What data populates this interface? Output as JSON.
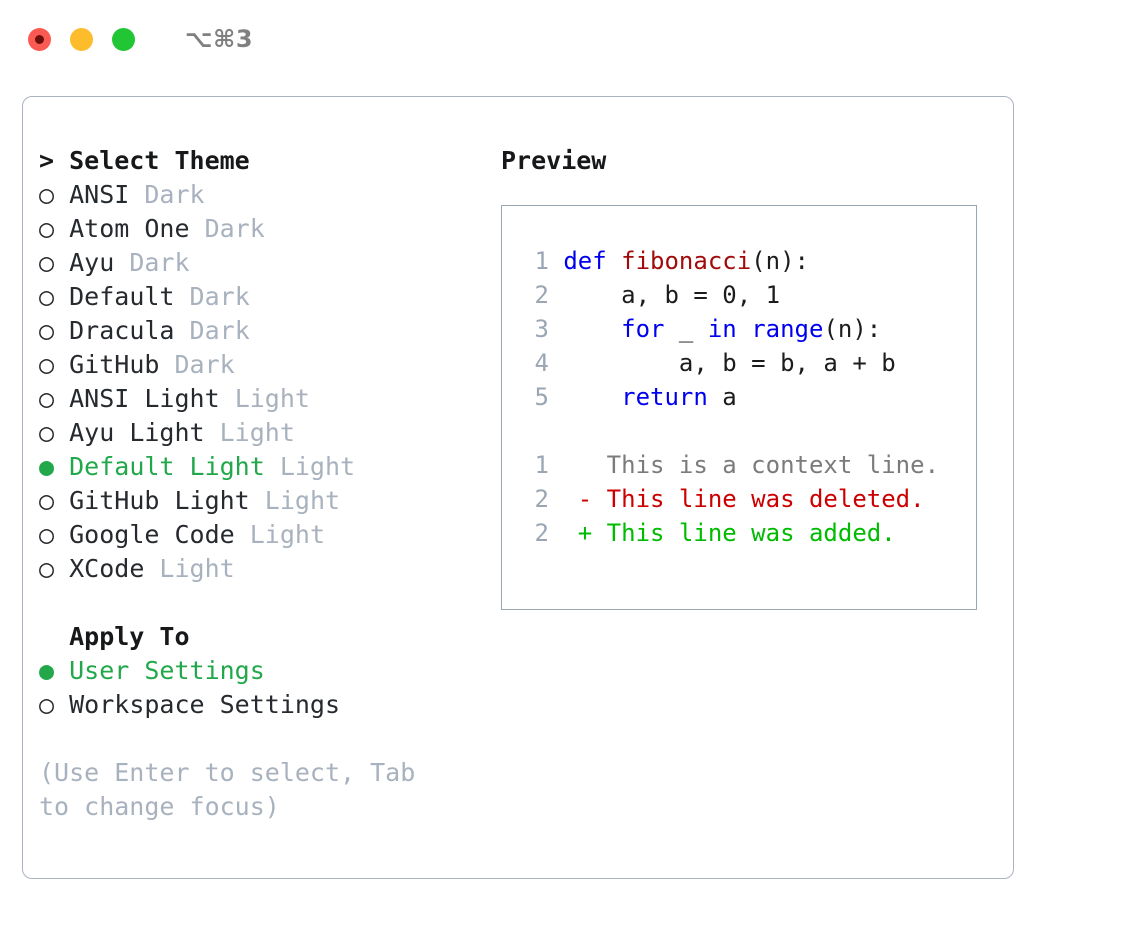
{
  "titlebar": {
    "lights": [
      {
        "name": "close-button",
        "color": "#fb5a52"
      },
      {
        "name": "minimize-button",
        "color": "#fdbc2c"
      },
      {
        "name": "maximize-button",
        "color": "#22c634"
      }
    ],
    "shortcut": "⌥⌘3"
  },
  "theme_picker": {
    "header": "> Select Theme",
    "bullet_selected": "●",
    "bullet_unselected": "○",
    "selected_color": "#22a84a",
    "tag_color": "#a8b2be",
    "items": [
      {
        "bullet": "○",
        "name": "ANSI",
        "tag": "Dark",
        "selected": false
      },
      {
        "bullet": "○",
        "name": "Atom One",
        "tag": "Dark",
        "selected": false
      },
      {
        "bullet": "○",
        "name": "Ayu",
        "tag": "Dark",
        "selected": false
      },
      {
        "bullet": "○",
        "name": "Default",
        "tag": "Dark",
        "selected": false
      },
      {
        "bullet": "○",
        "name": "Dracula",
        "tag": "Dark",
        "selected": false
      },
      {
        "bullet": "○",
        "name": "GitHub",
        "tag": "Dark",
        "selected": false
      },
      {
        "bullet": "○",
        "name": "ANSI Light",
        "tag": "Light",
        "selected": false
      },
      {
        "bullet": "○",
        "name": "Ayu Light",
        "tag": "Light",
        "selected": false
      },
      {
        "bullet": "●",
        "name": "Default Light",
        "tag": "Light",
        "selected": true
      },
      {
        "bullet": "○",
        "name": "GitHub Light",
        "tag": "Light",
        "selected": false
      },
      {
        "bullet": "○",
        "name": "Google Code",
        "tag": "Light",
        "selected": false
      },
      {
        "bullet": "○",
        "name": "XCode",
        "tag": "Light",
        "selected": false
      }
    ]
  },
  "apply_to": {
    "header": "  Apply To",
    "items": [
      {
        "bullet": "●",
        "name": "User Settings",
        "selected": true
      },
      {
        "bullet": "○",
        "name": "Workspace Settings",
        "selected": false
      }
    ]
  },
  "hint": "(Use Enter to select, Tab to change focus)",
  "preview": {
    "title": "Preview",
    "code_lines": [
      {
        "gutter": "1",
        "tokens": [
          {
            "t": "def ",
            "c": "kw"
          },
          {
            "t": "fibonacci",
            "c": "fn"
          },
          {
            "t": "(n):",
            "c": "plain"
          }
        ]
      },
      {
        "gutter": "2",
        "tokens": [
          {
            "t": "    a, b = 0, 1",
            "c": "plain"
          }
        ]
      },
      {
        "gutter": "3",
        "tokens": [
          {
            "t": "    ",
            "c": "plain"
          },
          {
            "t": "for",
            "c": "kw"
          },
          {
            "t": " _ ",
            "c": "plain"
          },
          {
            "t": "in range",
            "c": "kw"
          },
          {
            "t": "(n):",
            "c": "plain"
          }
        ]
      },
      {
        "gutter": "4",
        "tokens": [
          {
            "t": "        a, b = b, a + b",
            "c": "plain"
          }
        ]
      },
      {
        "gutter": "5",
        "tokens": [
          {
            "t": "    ",
            "c": "plain"
          },
          {
            "t": "return",
            "c": "kw"
          },
          {
            "t": " a",
            "c": "plain"
          }
        ]
      }
    ],
    "diff_lines": [
      {
        "gutter": "1",
        "marker": " ",
        "text": " This is a context line.",
        "kind": "ctx"
      },
      {
        "gutter": "2",
        "marker": "-",
        "text": " This line was deleted.",
        "kind": "del"
      },
      {
        "gutter": "2",
        "marker": "+",
        "text": " This line was added.",
        "kind": "add"
      }
    ]
  }
}
